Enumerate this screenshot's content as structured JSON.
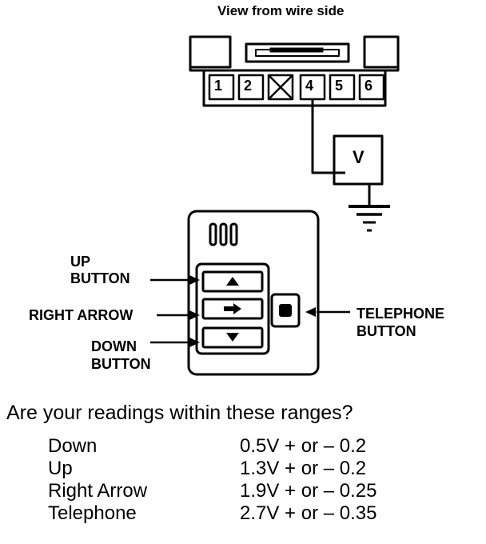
{
  "connector": {
    "title": "View from wire side",
    "pins": [
      "1",
      "2",
      "",
      "4",
      "5",
      "6"
    ]
  },
  "meter": {
    "symbol": "V"
  },
  "control": {
    "up_label_1": "UP",
    "up_label_2": "BUTTON",
    "right_label": "RIGHT ARROW",
    "down_label_1": "DOWN",
    "down_label_2": "BUTTON",
    "tel_label_1": "TELEPHONE",
    "tel_label_2": "BUTTON"
  },
  "question": "Are your readings within these ranges?",
  "ranges": [
    {
      "name": "Down",
      "value": "0.5V + or – 0.2"
    },
    {
      "name": "Up",
      "value": "1.3V + or – 0.2"
    },
    {
      "name": "Right Arrow",
      "value": "1.9V + or – 0.25"
    },
    {
      "name": "Telephone",
      "value": "2.7V + or – 0.35"
    }
  ]
}
